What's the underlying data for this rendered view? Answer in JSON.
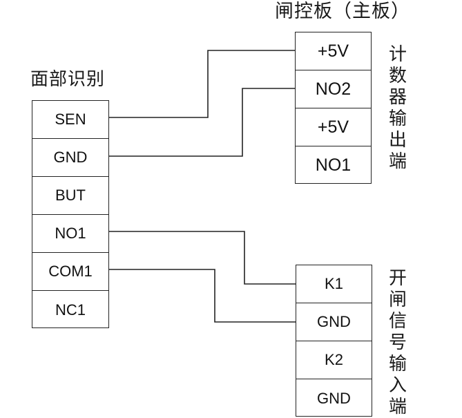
{
  "face_module": {
    "title": "面部识别",
    "terminals": [
      "SEN",
      "GND",
      "BUT",
      "NO1",
      "COM1",
      "NC1"
    ]
  },
  "gate_board": {
    "title": "闸控板（主板）",
    "counter_output": {
      "terminals": [
        "+5V",
        "NO2",
        "+5V",
        "NO1"
      ],
      "label_chars": [
        "计",
        "数",
        "器",
        "输",
        "出",
        "端"
      ]
    },
    "gate_signal_input": {
      "terminals": [
        "K1",
        "GND",
        "K2",
        "GND"
      ],
      "label_chars": [
        "开",
        "闸",
        "信",
        "号",
        "输",
        "入",
        "端"
      ]
    }
  },
  "colors": {
    "line": "#222222",
    "background": "#ffffff"
  }
}
